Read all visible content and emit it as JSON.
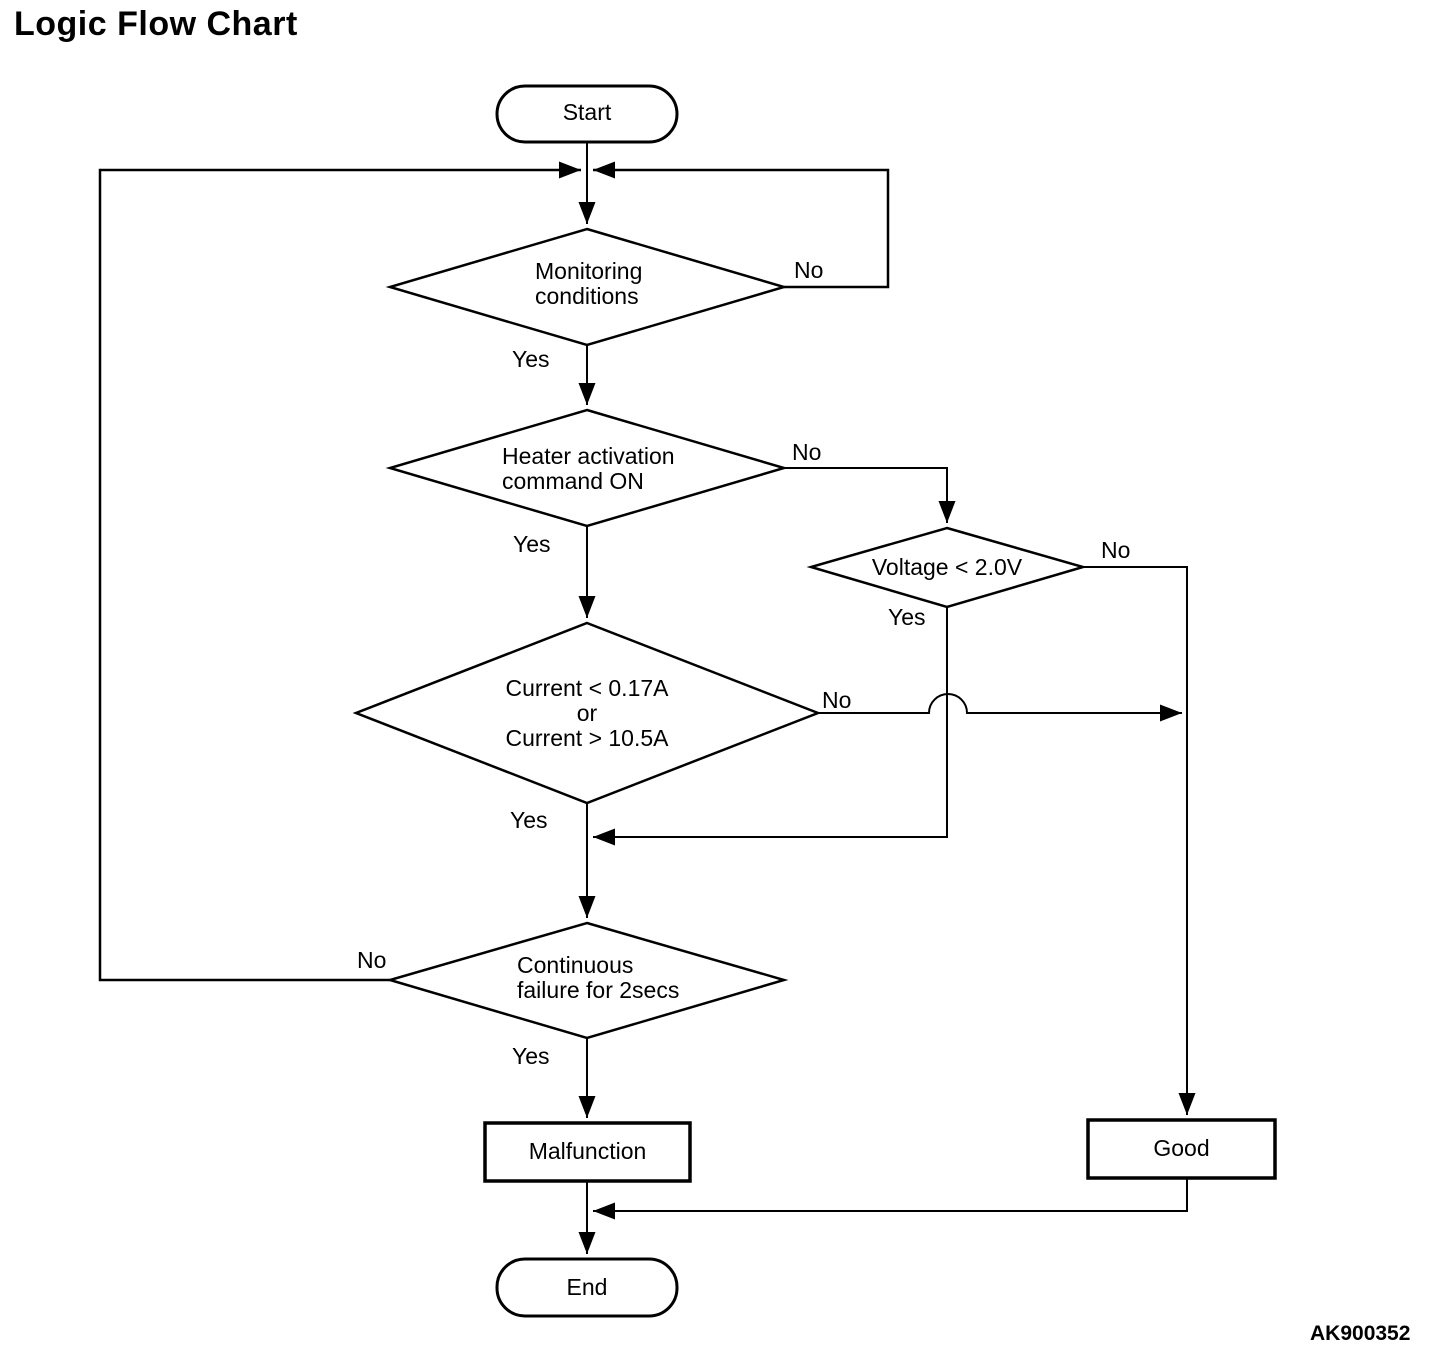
{
  "title": "Logic Flow Chart",
  "figure_code": "AK900352",
  "nodes": {
    "start": "Start",
    "monitoring": "Monitoring\nconditions",
    "heater": "Heater activation\ncommand ON",
    "voltage": "Voltage < 2.0V",
    "current": "Current < 0.17A\nor\nCurrent > 10.5A",
    "continuous": "Continuous\nfailure for 2secs",
    "malfunction": "Malfunction",
    "good": "Good",
    "end": "End"
  },
  "edge_labels": {
    "monitoring_yes": "Yes",
    "monitoring_no": "No",
    "heater_yes": "Yes",
    "heater_no": "No",
    "voltage_yes": "Yes",
    "voltage_no": "No",
    "current_yes": "Yes",
    "current_no": "No",
    "continuous_yes": "Yes",
    "continuous_no": "No"
  },
  "colors": {
    "line": "#000000",
    "text": "#000000",
    "background": "#ffffff"
  }
}
